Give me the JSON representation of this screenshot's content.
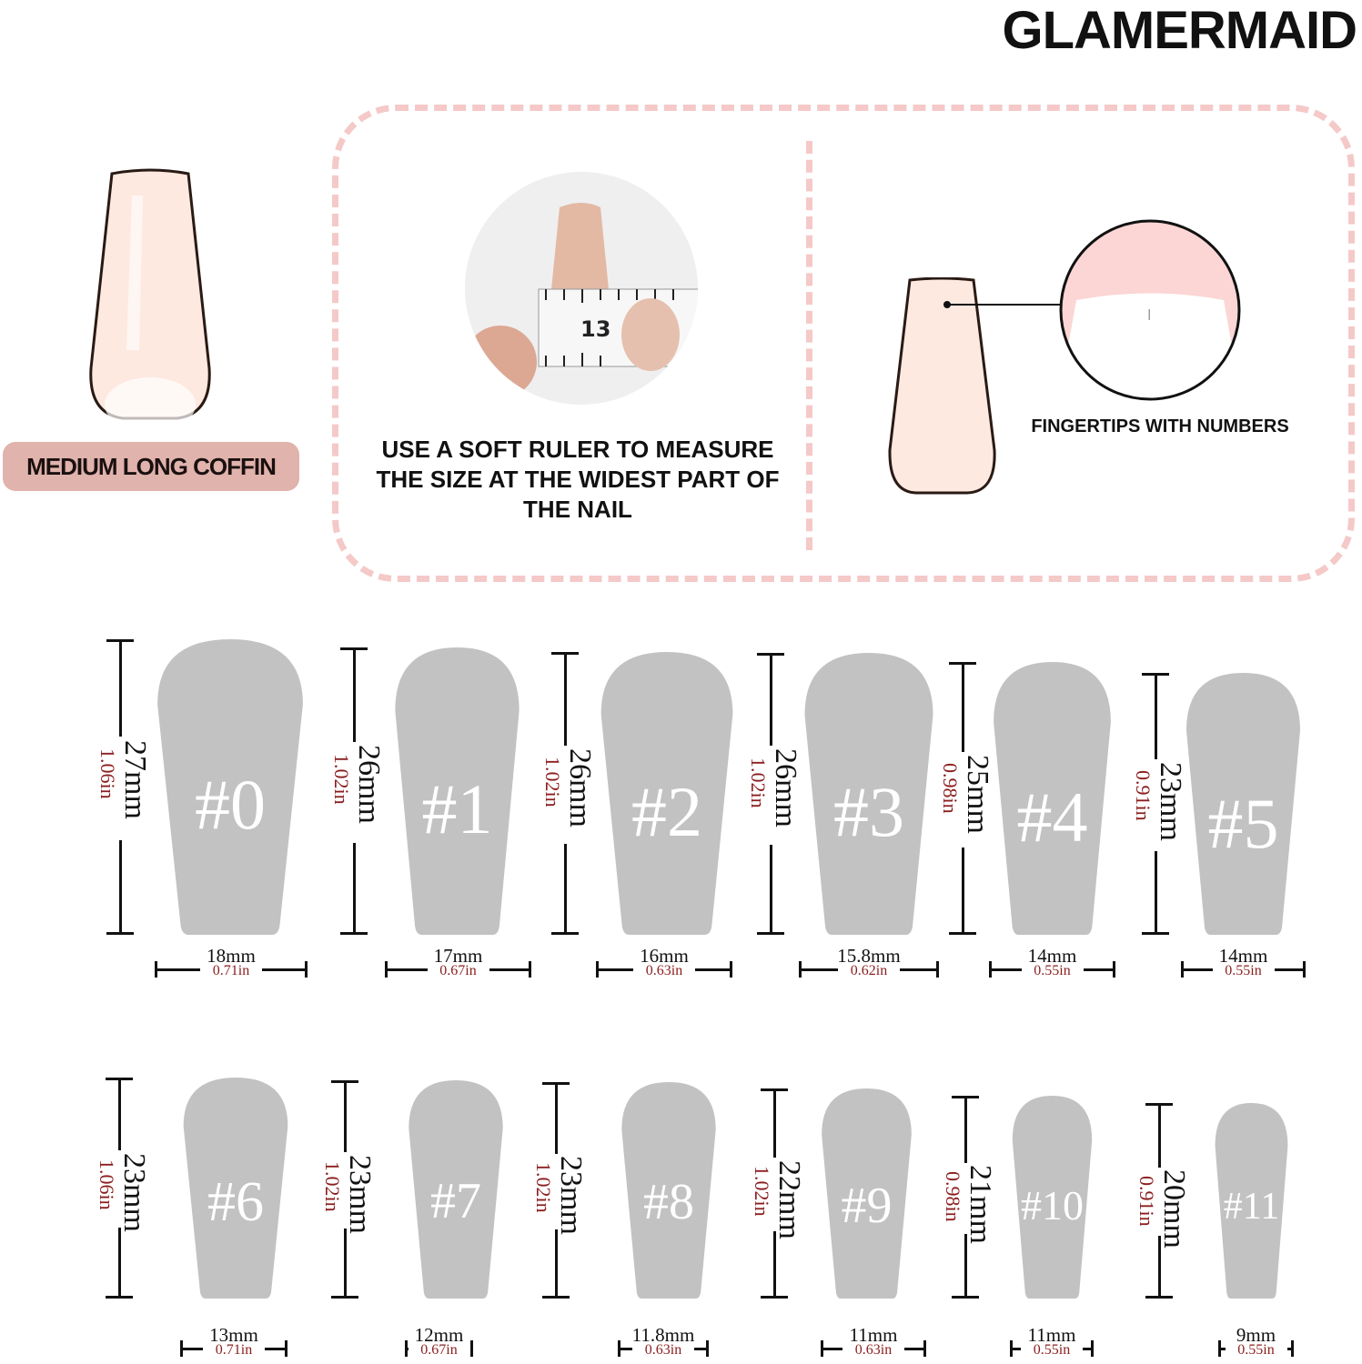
{
  "brand": "GLAMERMAID",
  "shape_label": "MEDIUM LONG COFFIN",
  "instructions": {
    "measure_text": "USE A SOFT RULER TO MEASURE THE SIZE AT THE WIDEST PART OF THE NAIL",
    "ruler_number": "13",
    "fingertip_text": "FINGERTIPS WITH NUMBERS",
    "fingertip_mark": "l"
  },
  "colors": {
    "nail_gray": "#c2c2c2",
    "accent_pink": "#f4c9c8",
    "pill": "#e0b3ac",
    "inch_red": "#8b1e1e",
    "nail_nude": "#fde9e0"
  },
  "sizes": [
    {
      "label": "#0",
      "length_mm": "27mm",
      "length_in": "1.06in",
      "width_mm": "18mm",
      "width_in": "0.71in"
    },
    {
      "label": "#1",
      "length_mm": "26mm",
      "length_in": "1.02in",
      "width_mm": "17mm",
      "width_in": "0.67in"
    },
    {
      "label": "#2",
      "length_mm": "26mm",
      "length_in": "1.02in",
      "width_mm": "16mm",
      "width_in": "0.63in"
    },
    {
      "label": "#3",
      "length_mm": "26mm",
      "length_in": "1.02in",
      "width_mm": "15.8mm",
      "width_in": "0.62in"
    },
    {
      "label": "#4",
      "length_mm": "25mm",
      "length_in": "0.98in",
      "width_mm": "14mm",
      "width_in": "0.55in"
    },
    {
      "label": "#5",
      "length_mm": "23mm",
      "length_in": "0.91in",
      "width_mm": "14mm",
      "width_in": "0.55in"
    },
    {
      "label": "#6",
      "length_mm": "23mm",
      "length_in": "1.06in",
      "width_mm": "13mm",
      "width_in": "0.71in"
    },
    {
      "label": "#7",
      "length_mm": "23mm",
      "length_in": "1.02in",
      "width_mm": "12mm",
      "width_in": "0.67in"
    },
    {
      "label": "#8",
      "length_mm": "23mm",
      "length_in": "1.02in",
      "width_mm": "11.8mm",
      "width_in": "0.63in"
    },
    {
      "label": "#9",
      "length_mm": "22mm",
      "length_in": "1.02in",
      "width_mm": "11mm",
      "width_in": "0.63in"
    },
    {
      "label": "#10",
      "length_mm": "21mm",
      "length_in": "0.98in",
      "width_mm": "11mm",
      "width_in": "0.55in"
    },
    {
      "label": "#11",
      "length_mm": "20mm",
      "length_in": "0.91in",
      "width_mm": "9mm",
      "width_in": "0.55in"
    }
  ]
}
